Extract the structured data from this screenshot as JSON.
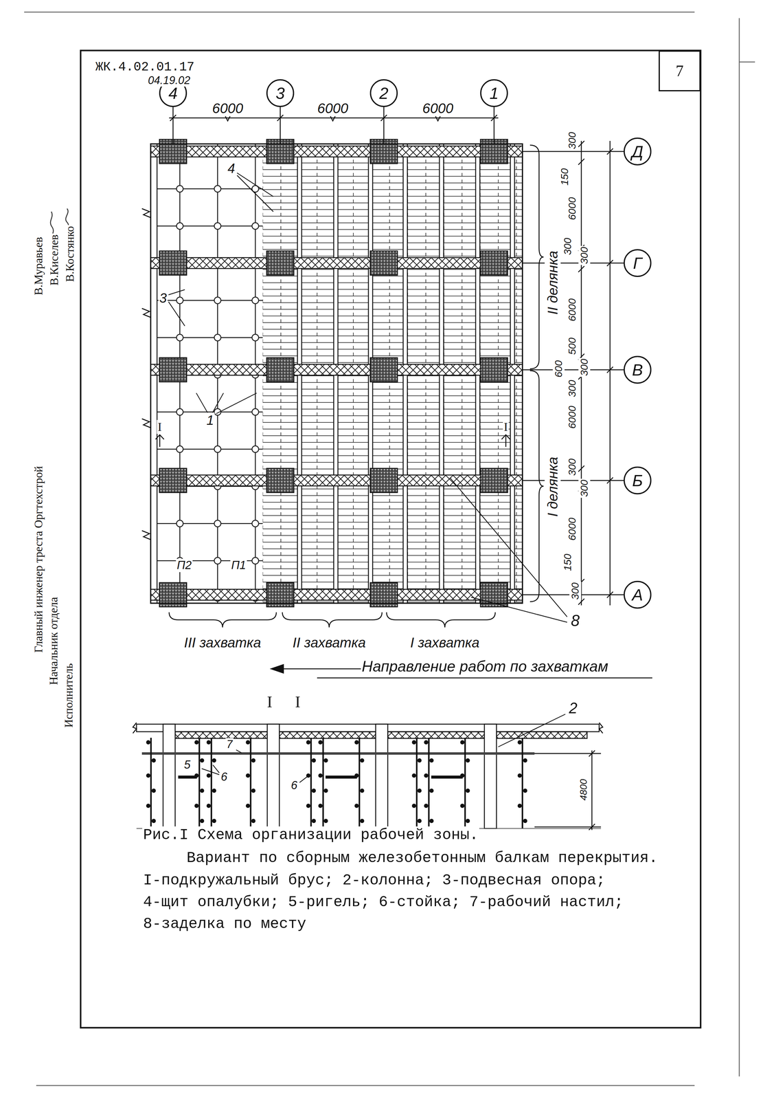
{
  "diagram": {
    "caption": "Рис.I Схема организации рабочей зоны.",
    "nodes": [
      {
        "text": [
          "7"
        ]
      },
      {
        "text": [
          "4"
        ]
      },
      {
        "text": [
          "3"
        ]
      },
      {
        "text": [
          "2"
        ]
      },
      {
        "text": [
          "1"
        ]
      },
      {
        "text": [
          "Д"
        ]
      },
      {
        "text": [
          "Г"
        ]
      },
      {
        "text": [
          "В"
        ]
      },
      {
        "text": [
          "Б"
        ]
      },
      {
        "text": [
          "А"
        ]
      }
    ],
    "labels": [
      "ЖК.4.02.01.17",
      "04.19.02",
      "6000",
      "6000",
      "6000",
      "300",
      "150",
      "6000",
      "300",
      "300",
      "6000",
      "500",
      "600",
      "300",
      "300",
      "6000",
      "300",
      "300",
      "6000",
      "150",
      "300",
      "II делянка",
      "I делянка",
      "4",
      "3",
      "1",
      "I",
      "I",
      "П2",
      "П1",
      "8",
      "III захватка",
      "II захватка",
      "I захватка",
      "Направление работ по захваткам",
      "I",
      "I",
      "2",
      "7",
      "6",
      "6",
      "5",
      "4800",
      "Вариант по сборным железобетонным балкам перекрытия.",
      "I-подкружальный брус; 2-колонна; 3-подвесная опора;",
      "4-щит опалубки; 5-ригель; 6-стойка; 7-рабочий настил;",
      "8-заделка по месту",
      "Главный инженер треста Оргтехстрой",
      "Начальник отдела",
      "Исполнитель",
      "В.Муравьев",
      "В.Киселев",
      "В.Костянко"
    ]
  }
}
